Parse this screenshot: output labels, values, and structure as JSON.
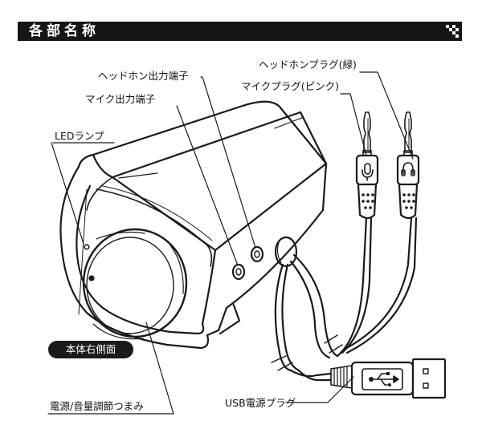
{
  "header": {
    "title": "各部名称"
  },
  "labels": {
    "headphone_jack": "ヘッドホン出力端子",
    "mic_jack": "マイク出力端子",
    "led": "LEDランプ",
    "headphone_plug": "ヘッドホンプラグ(緑)",
    "mic_plug": "マイクプラグ(ピンク)",
    "knob": "電源/音量調節つまみ",
    "usb_plug": "USB電源プラグ"
  },
  "view_badge": "本体右側面",
  "colors": {
    "ink": "#1a1a1a",
    "background": "#ffffff"
  },
  "icons": {
    "mic_plug_icon": "microphone-icon",
    "headphone_plug_icon": "headphone-icon",
    "usb_plug_icon": "usb-icon"
  }
}
